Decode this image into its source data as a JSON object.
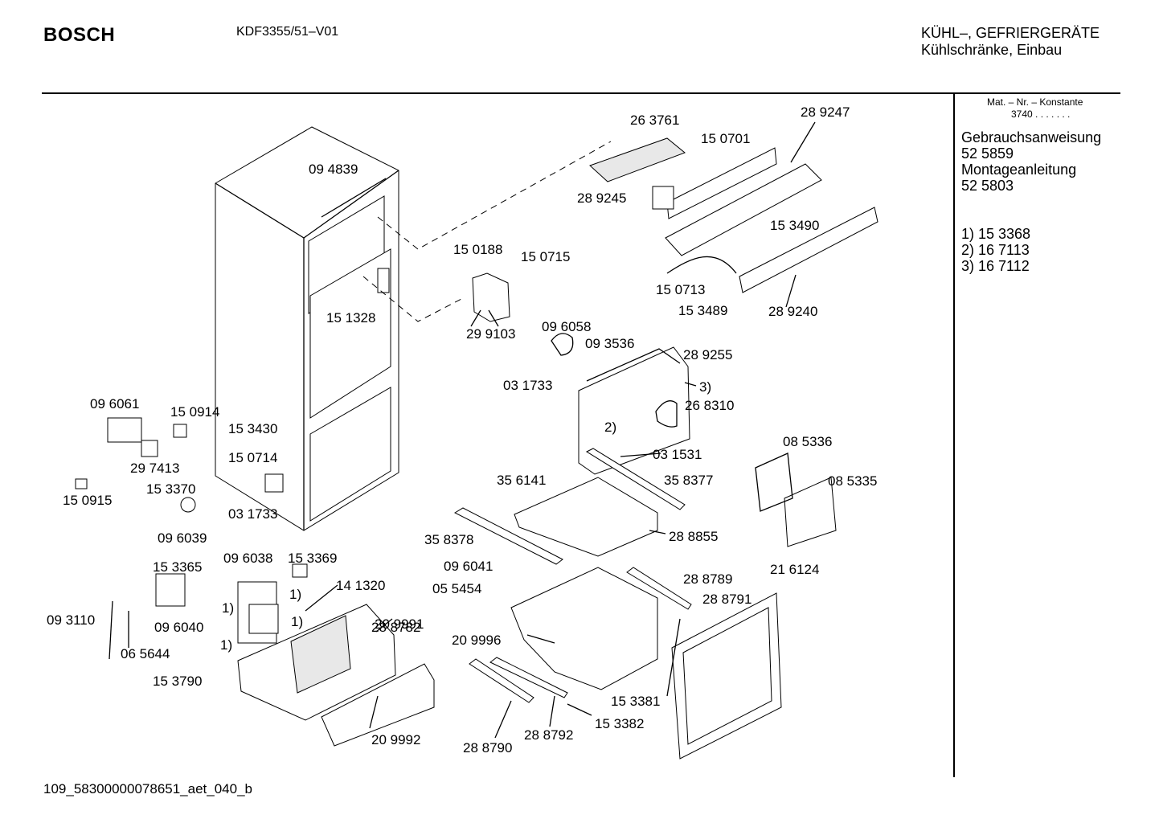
{
  "header": {
    "brand": "BOSCH",
    "model": "KDF3355/51–V01",
    "category_line1": "KÜHL–, GEFRIERGERÄTE",
    "category_line2": "Kühlschränke, Einbau"
  },
  "sidebar": {
    "mat_label": "Mat. – Nr. – Konstante",
    "mat_value": "3740  .  .  .  .  .  .  .",
    "docs": [
      {
        "title": "Gebrauchsanweisung",
        "number": "52 5859"
      },
      {
        "title": "Montageanleitung",
        "number": "52 5803"
      }
    ],
    "notes": [
      "1)  15 3368",
      "2)  16 7113",
      "3)  16 7112"
    ]
  },
  "diagram": {
    "part_labels": [
      "26 3761",
      "15 0701",
      "28 9247",
      "09 4839",
      "28 9245",
      "15 3490",
      "15 0188",
      "15 0715",
      "15 0713",
      "15 3489",
      "28 9240",
      "15 1328",
      "29 9103",
      "09 6058",
      "09 3536",
      "28 9255",
      "03 1733",
      "3)",
      "26 8310",
      "09 6061",
      "15 0914",
      "15 3430",
      "2)",
      "03 1531",
      "29 7413",
      "15 0714",
      "08 5336",
      "15 3370",
      "35 6141",
      "35 8377",
      "08 5335",
      "15 0915",
      "03 1733",
      "09 6039",
      "28 8855",
      "35 8378",
      "09 6038",
      "15 3369",
      "15 3365",
      "09 6041",
      "28 8789",
      "21 6124",
      "14 1320",
      "05 5454",
      "1)",
      "1)",
      "28 8791",
      "28 8782",
      "09 3110",
      "1)",
      "09 6040",
      "20 9991",
      "20 9996",
      "1)",
      "06 5644",
      "15 3790",
      "15 3381",
      "20 9992",
      "28 8792",
      "15 3382",
      "28 8790"
    ]
  },
  "footer": {
    "code": "109_58300000078651_aet_040_b"
  }
}
